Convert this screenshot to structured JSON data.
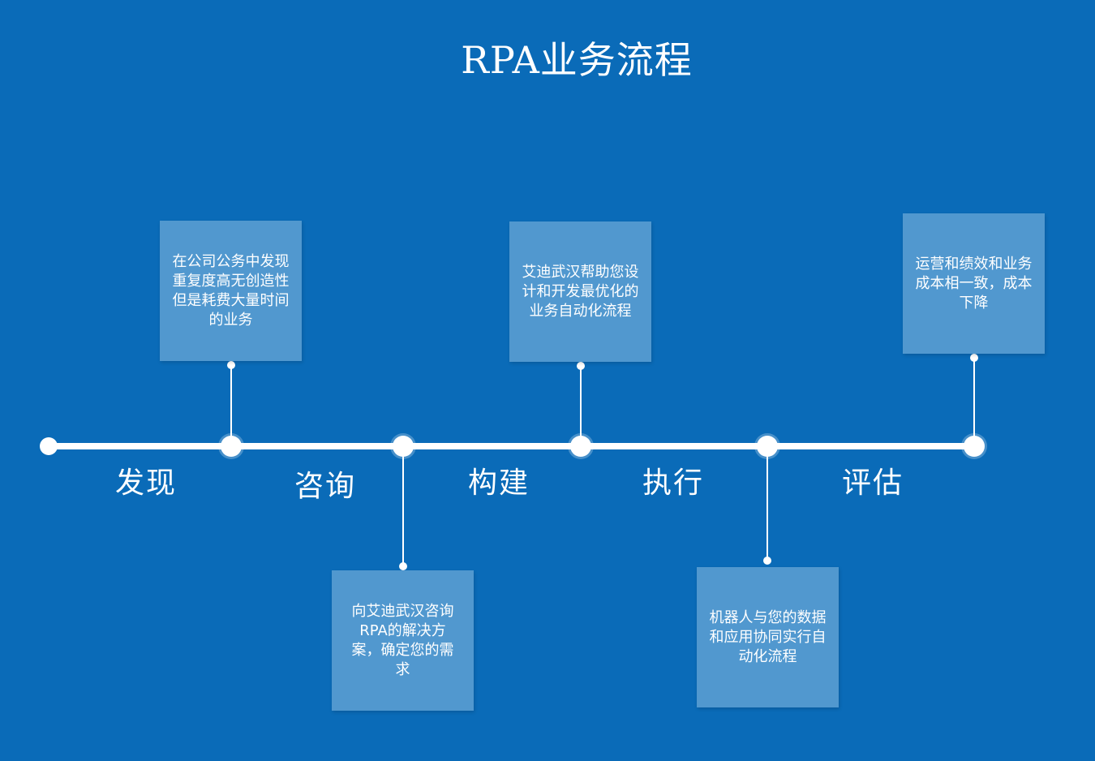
{
  "title": "RPA业务流程",
  "stages": [
    {
      "label": "发现"
    },
    {
      "label": "咨询"
    },
    {
      "label": "构建"
    },
    {
      "label": "执行"
    },
    {
      "label": "评估"
    }
  ],
  "cards": [
    {
      "text": "在公司公务中发现重复度高无创造性但是耗费大量时间的业务"
    },
    {
      "text": "向艾迪武汉咨询RPA的解决方案，确定您的需求"
    },
    {
      "text": "艾迪武汉帮助您设计和开发最优化的业务自动化流程"
    },
    {
      "text": "机器人与您的数据和应用协同实行自动化流程"
    },
    {
      "text": "运营和绩效和业务成本相一致，成本下降"
    }
  ],
  "colors": {
    "background": "#0a6bb8",
    "card": "#5198cf",
    "line": "#ffffff"
  }
}
